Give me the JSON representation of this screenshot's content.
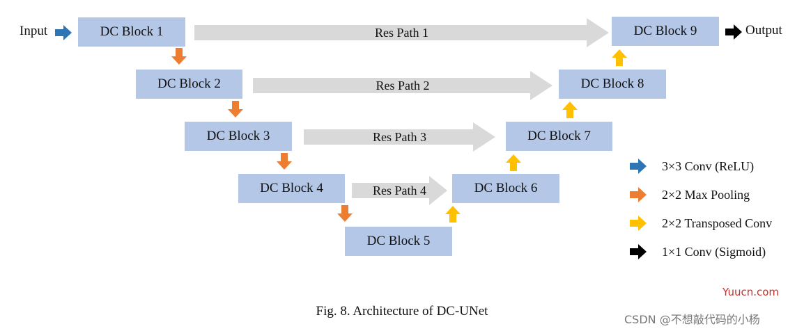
{
  "input_label": "Input",
  "output_label": "Output",
  "blocks": [
    "DC Block 1",
    "DC Block 2",
    "DC Block 3",
    "DC Block 4",
    "DC Block 5",
    "DC Block 6",
    "DC Block 7",
    "DC Block 8",
    "DC Block 9"
  ],
  "res_paths": [
    "Res Path 1",
    "Res Path 2",
    "Res Path 3",
    "Res Path 4"
  ],
  "colors": {
    "block_fill": "#b4c7e7",
    "res_path_fill": "#d9d9d9",
    "conv_relu": "#2e75b6",
    "max_pool": "#ed7d31",
    "transposed": "#ffc000",
    "sigmoid": "#000000"
  },
  "legend": [
    {
      "icon": "blue-arrow-right-icon",
      "color": "#2e75b6",
      "label": "3×3 Conv (ReLU)"
    },
    {
      "icon": "orange-arrow-right-icon",
      "color": "#ed7d31",
      "label": "2×2 Max Pooling"
    },
    {
      "icon": "yellow-arrow-right-icon",
      "color": "#ffc000",
      "label": "2×2 Transposed Conv"
    },
    {
      "icon": "black-arrow-right-icon",
      "color": "#000000",
      "label": "1×1 Conv (Sigmoid)"
    }
  ],
  "caption": "Fig. 8. Architecture of DC-UNet",
  "watermark_site": "Yuucn.com",
  "watermark_author": "CSDN @不想敲代码的小杨"
}
